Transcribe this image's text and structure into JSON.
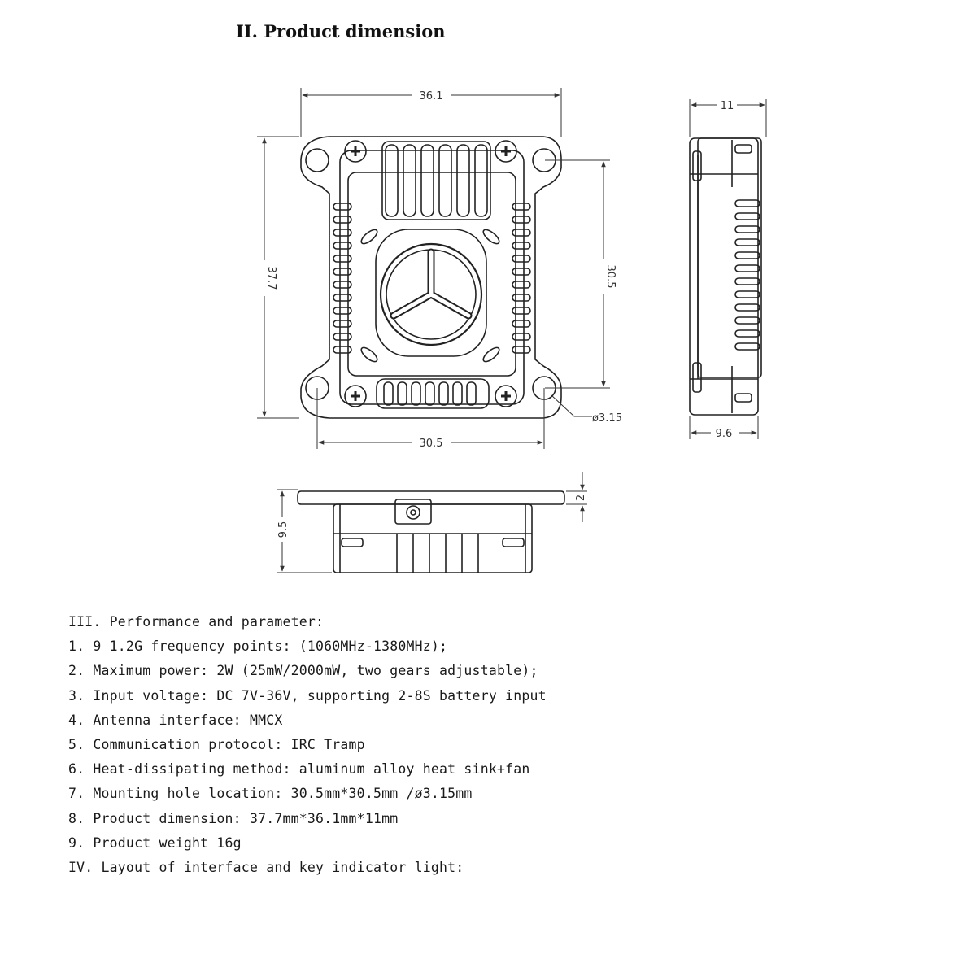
{
  "title": "II. Product dimension",
  "dimensions": {
    "front_width": "36.1",
    "front_height": "37.7",
    "hole_spacing_vertical": "30.5",
    "hole_spacing_horizontal": "30.5",
    "hole_diameter": "ø3.15",
    "side_depth": "11",
    "side_base": "9.6",
    "bottom_height": "9.5",
    "bottom_flange": "2"
  },
  "specs": [
    "III. Performance and parameter:",
    "1. 9 1.2G frequency points: (1060MHz-1380MHz);",
    "2. Maximum power: 2W (25mW/2000mW, two gears adjustable);",
    "3. Input voltage: DC 7V-36V, supporting 2-8S battery input",
    "4. Antenna interface: MMCX",
    "5. Communication protocol: IRC Tramp",
    "6. Heat-dissipating method: aluminum alloy heat sink+fan",
    "7. Mounting hole location: 30.5mm*30.5mm /ø3.15mm",
    "8. Product dimension: 37.7mm*36.1mm*11mm",
    "9. Product weight 16g",
    "IV. Layout of interface and key indicator light:"
  ]
}
